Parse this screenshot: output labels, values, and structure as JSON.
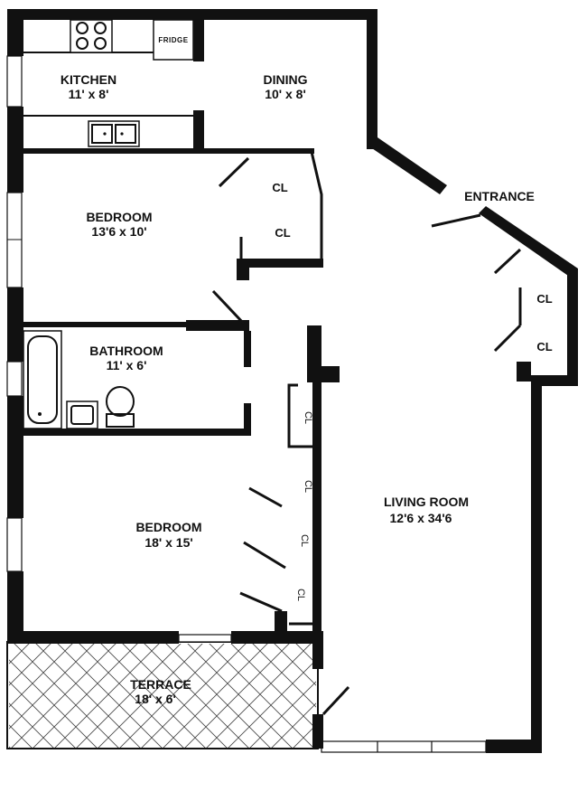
{
  "rooms": {
    "kitchen": {
      "name": "KITCHEN",
      "dims": "11' x 8'"
    },
    "dining": {
      "name": "DINING",
      "dims": "10' x 8'"
    },
    "bedroom_small": {
      "name": "BEDROOM",
      "dims": "13'6 x 10'"
    },
    "bathroom": {
      "name": "BATHROOM",
      "dims": "11' x 6'"
    },
    "bedroom_large": {
      "name": "BEDROOM",
      "dims": "18' x 15'"
    },
    "living_room": {
      "name": "LIVING ROOM",
      "dims": "12'6 x 34'6"
    },
    "terrace": {
      "name": "TERRACE",
      "dims": "18' x 6'"
    }
  },
  "labels": {
    "entrance": "ENTRANCE",
    "fridge": "FRIDGE",
    "closet": "CL"
  }
}
